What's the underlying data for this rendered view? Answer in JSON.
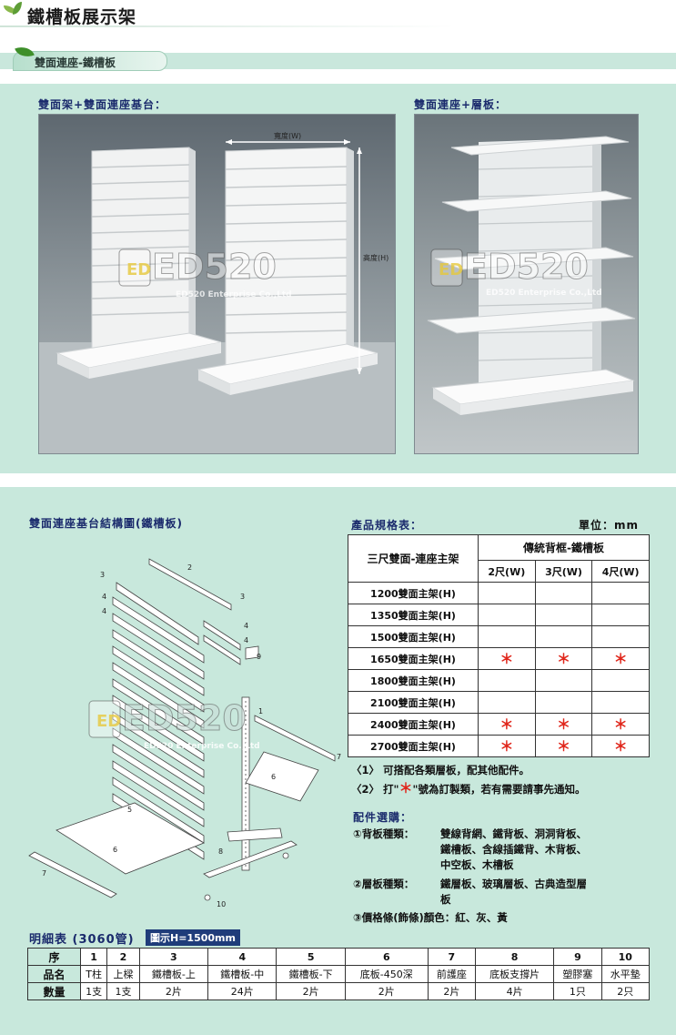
{
  "header": {
    "title": "鐵槽板展示架",
    "tab": "雙面連座-鐵槽板"
  },
  "photos": {
    "left_label": "雙面架+雙面連座基台：",
    "right_label": "雙面連座+層板：",
    "width_label": "寬度(W)",
    "height_label": "高度(H)"
  },
  "watermark": {
    "brand": "ED520",
    "company": "ED520 Enterprise Co.,Ltd",
    "badge": "ED"
  },
  "diagram": {
    "title": "雙面連座基台結構圖(鐵槽板)",
    "callouts": [
      "1",
      "2",
      "3",
      "4",
      "5",
      "6",
      "7",
      "8",
      "9",
      "10"
    ]
  },
  "spec": {
    "title": "產品規格表：",
    "unit": "單位：mm",
    "row_header": "三尺雙面-連座主架",
    "group_header": "傳統背框-鐵槽板",
    "columns": [
      "2尺(W)",
      "3尺(W)",
      "4尺(W)"
    ],
    "star": "＊",
    "rows": [
      {
        "label": "1200雙面主架(H)",
        "marks": [
          false,
          false,
          false
        ]
      },
      {
        "label": "1350雙面主架(H)",
        "marks": [
          false,
          false,
          false
        ]
      },
      {
        "label": "1500雙面主架(H)",
        "marks": [
          false,
          false,
          false
        ]
      },
      {
        "label": "1650雙面主架(H)",
        "marks": [
          true,
          true,
          true
        ]
      },
      {
        "label": "1800雙面主架(H)",
        "marks": [
          false,
          false,
          false
        ]
      },
      {
        "label": "2100雙面主架(H)",
        "marks": [
          false,
          false,
          false
        ]
      },
      {
        "label": "2400雙面主架(H)",
        "marks": [
          true,
          true,
          true
        ]
      },
      {
        "label": "2700雙面主架(H)",
        "marks": [
          true,
          true,
          true
        ]
      }
    ]
  },
  "notes": {
    "n1": "〈1〉 可搭配各類層板，配其他配件。",
    "n2_pre": "〈2〉 打\"",
    "n2_star": "＊",
    "n2_post": "\"號為訂製類，若有需要請事先通知。"
  },
  "accessories": {
    "title": "配件選購：",
    "back_label": "①背板種類：",
    "back_lines": [
      "雙線背網、鐵背板、洞洞背板、",
      "鐵槽板、含線插鐵背、木背板、",
      "中空板、木槽板"
    ],
    "shelf_label": "②層板種類：",
    "shelf_lines": [
      "鐵層板、玻璃層板、古典造型層",
      "板"
    ],
    "strip_line": "③價格條(飾條)顏色：紅、灰、黃"
  },
  "detail": {
    "title": "明細表 (3060管)",
    "badge": "圖示H=1500mm",
    "row_labels": [
      "序",
      "品名",
      "數量"
    ],
    "cols": [
      {
        "no": "1",
        "name": "T柱",
        "qty": "1支"
      },
      {
        "no": "2",
        "name": "上樑",
        "qty": "1支"
      },
      {
        "no": "3",
        "name": "鐵槽板-上",
        "qty": "2片"
      },
      {
        "no": "4",
        "name": "鐵槽板-中",
        "qty": "24片"
      },
      {
        "no": "5",
        "name": "鐵槽板-下",
        "qty": "2片"
      },
      {
        "no": "6",
        "name": "底板-450深",
        "qty": "2片"
      },
      {
        "no": "7",
        "name": "前護座",
        "qty": "2片"
      },
      {
        "no": "8",
        "name": "底板支撐片",
        "qty": "4片"
      },
      {
        "no": "9",
        "name": "塑膠塞",
        "qty": "1只"
      },
      {
        "no": "10",
        "name": "水平墊",
        "qty": "2只"
      }
    ]
  }
}
